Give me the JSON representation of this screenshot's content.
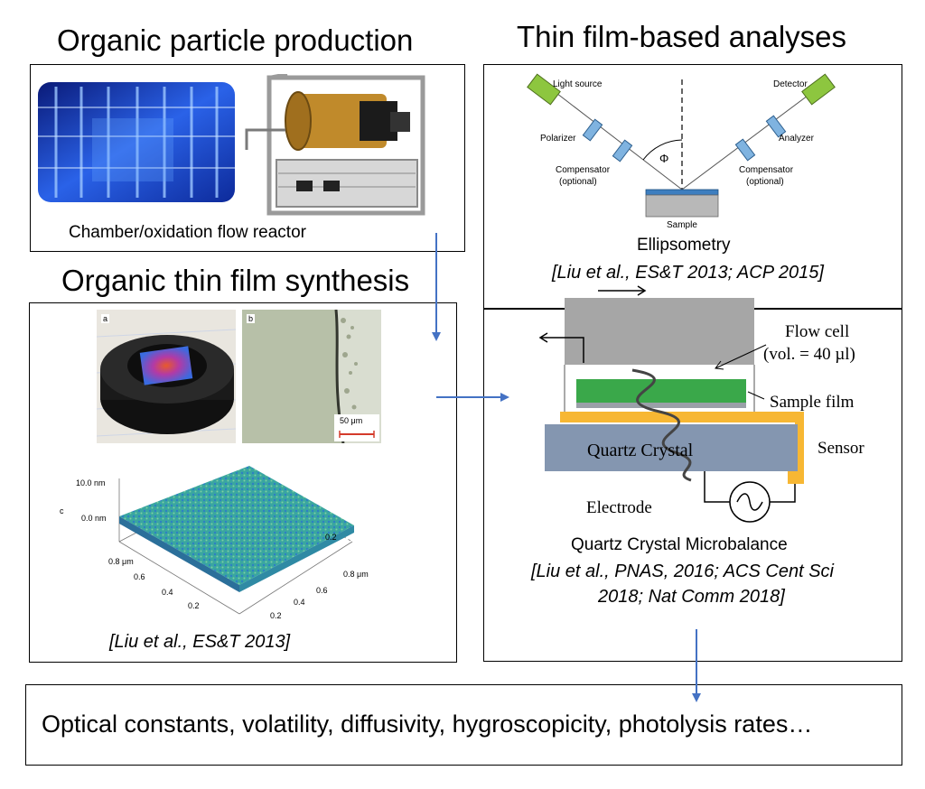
{
  "headings": {
    "production": "Organic particle production",
    "analyses": "Thin film-based analyses",
    "synthesis": "Organic thin film synthesis"
  },
  "production_panel": {
    "caption": "Chamber/oxidation flow reactor"
  },
  "synthesis_panel": {
    "label_a": "a",
    "label_b": "b",
    "label_c": "c",
    "scale_bar": "50 μm",
    "afm_z_top": "10.0 nm",
    "afm_z_zero": "0.0 nm",
    "afm_x_ticks": [
      "0.8 μm",
      "0.6",
      "0.4",
      "0.2"
    ],
    "afm_y_ticks": [
      "0.8 μm",
      "0.6",
      "0.4",
      "0.2"
    ],
    "afm_y_corner": "0.2",
    "citation": "[Liu et al., ES&T 2013]"
  },
  "ellipsometry": {
    "light_source": "Light source",
    "detector": "Detector",
    "polarizer": "Polarizer",
    "analyzer": "Analyzer",
    "compensator_left": "Compensator",
    "optional_left": "(optional)",
    "compensator_right": "Compensator",
    "optional_right": "(optional)",
    "phi": "Φ",
    "sample": "Sample",
    "title": "Ellipsometry",
    "citation": "[Liu et al., ES&T 2013; ACP 2015]"
  },
  "qcm": {
    "flow_cell_line1": "Flow cell",
    "flow_cell_line2": "(vol. = 40 µl)",
    "sample_film": "Sample film",
    "quartz_crystal": "Quartz Crystal",
    "sensor": "Sensor",
    "electrode": "Electrode",
    "title": "Quartz Crystal Microbalance",
    "citation_line1": "[Liu et al., PNAS, 2016; ACS Cent Sci",
    "citation_line2": "2018; Nat Comm 2018]"
  },
  "output_box": {
    "text": "Optical constants, volatility, diffusivity, hygroscopicity, photolysis rates…"
  },
  "colors": {
    "arrow_blue": "#4472c4",
    "optic_green": "#8dc63f",
    "optic_blue": "#7fb3e0",
    "sample_blue": "#3d7ebf",
    "substrate_gray": "#b8b8b8",
    "flow_gray": "#a6a6a6",
    "film_green": "#3aa84a",
    "crystal_gray": "#8496b0",
    "electrode_yellow": "#f7b733",
    "chamber_blue": "#1f4fd6",
    "reactor_gold": "#c08a2b"
  }
}
